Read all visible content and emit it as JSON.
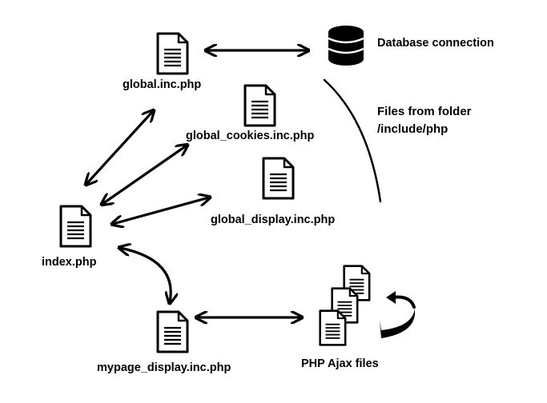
{
  "nodes": {
    "global": "global.inc.php",
    "cookies": "global_cookies.inc.php",
    "display": "global_display.inc.php",
    "index": "index.php",
    "mypage": "mypage_display.inc.php",
    "database": "Database connection",
    "ajax": "PHP Ajax files"
  },
  "note": {
    "line1": "Files from folder",
    "line2": "/include/php"
  },
  "icons": {
    "document": "document-icon",
    "database": "database-icon",
    "refresh": "refresh-arrow-icon"
  },
  "colors": {
    "ink": "#000000",
    "background": "#ffffff"
  }
}
